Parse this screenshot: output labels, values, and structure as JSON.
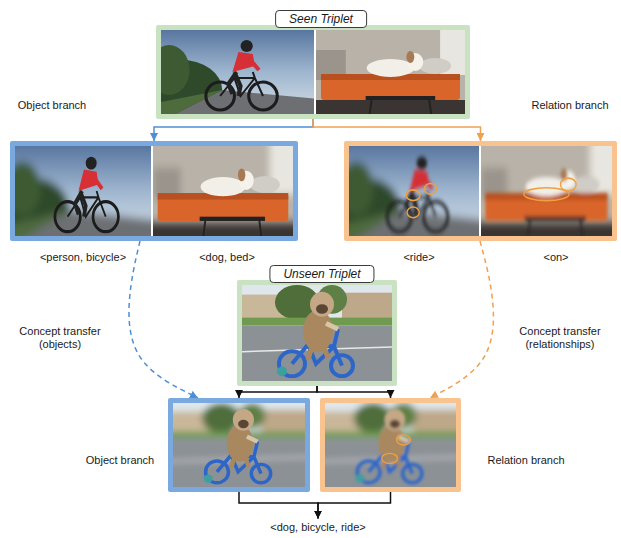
{
  "diagram": {
    "nodes": [
      {
        "text": [
          "Seen Triplet"
        ]
      },
      {
        "text": [
          "Object branch",
          "<person, bicycle>",
          "<dog, bed>"
        ]
      },
      {
        "text": [
          "Relation branch",
          "<ride>",
          "<on>"
        ]
      },
      {
        "text": [
          "Unseen Triplet"
        ]
      },
      {
        "text": [
          "Object branch"
        ]
      },
      {
        "text": [
          "Relation branch"
        ]
      },
      {
        "text": [
          "<dog, bicycle, ride>"
        ]
      }
    ],
    "edges": [
      {
        "from": 0,
        "to": 1,
        "arrow": "to"
      },
      {
        "from": 0,
        "to": 2,
        "arrow": "to"
      },
      {
        "from": 1,
        "to": 4,
        "label": "Concept transfer (objects)",
        "arrow": "to"
      },
      {
        "from": 2,
        "to": 5,
        "label": "Concept transfer (relationships)",
        "arrow": "to"
      },
      {
        "from": 3,
        "to": 4,
        "arrow": "to"
      },
      {
        "from": 3,
        "to": 5,
        "arrow": "to"
      },
      {
        "from": 4,
        "to": 6,
        "arrow": "to"
      },
      {
        "from": 5,
        "to": 6,
        "arrow": "to"
      }
    ]
  }
}
